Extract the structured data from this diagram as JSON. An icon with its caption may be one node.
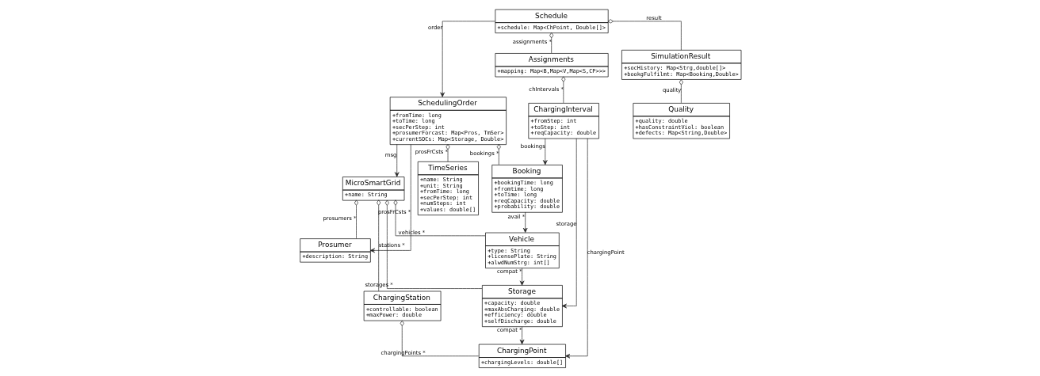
{
  "diagram": {
    "nodes": [
      {
        "text": [
          "MicroSmartGrid",
          "+name: String"
        ]
      },
      {
        "text": [
          "SchedulingOrder",
          "+fromTime: long",
          "+toTime: long",
          "+secPerStep: int",
          "+prosumerForcast: Map<Pros, TmSer>",
          "+currentSOCs: Map<Storage, Double>"
        ]
      },
      {
        "text": [
          "Schedule",
          "+schedule: Map<ChPoint, Double[]>"
        ]
      },
      {
        "text": [
          "ChargingStation",
          "+controllable: boolean",
          "+maxPower: double"
        ]
      },
      {
        "text": [
          "Prosumer",
          "+description: String"
        ]
      },
      {
        "text": [
          "Assignments",
          "+mapping: Map<B,Map<V,Map<S,CP>>>"
        ]
      },
      {
        "text": [
          "TimeSeries",
          "+name: String",
          "+unit: String",
          "+fromTime: long",
          "+secPerStep: int",
          "+numSteps: int",
          "+values: double[]"
        ]
      },
      {
        "text": [
          "Storage",
          "+capacity: double",
          "+maxAbsCharging: double",
          "+efficiency: double",
          "+selfDischarge: double"
        ]
      },
      {
        "text": [
          "Vehicle",
          "+type: String",
          "+licensePlate: String",
          "+alwdNumStrg: int[]"
        ]
      },
      {
        "text": [
          "SimulationResult",
          "+socHistory: Map<Strg,double[]>",
          "+bookgFulfilmt: Map<Booking,Double>"
        ]
      },
      {
        "text": [
          "ChargingPoint",
          "+chargingLevels: double[]"
        ]
      },
      {
        "text": [
          "Booking",
          "+bookingTime: long",
          "+fromtime: long",
          "+toTime: long",
          "+reqCapacity: double",
          "+probability: double"
        ]
      },
      {
        "text": [
          "ChargingInterval",
          "+fromStep: int",
          "+toStep: int",
          "+reqCapacity: double"
        ]
      },
      {
        "text": [
          "Quality",
          "+quality: double",
          "+hasConstraintViol: boolean",
          "+defects: Map<String,Double>"
        ]
      }
    ],
    "edges": [
      {
        "from": 1,
        "to": 0,
        "arrow": "to",
        "label": "msg"
      },
      {
        "from": 2,
        "to": 1,
        "arrow": "to",
        "label": "order"
      },
      {
        "from": 0,
        "to": 3,
        "arrow": "other",
        "label": "stations *"
      },
      {
        "from": 0,
        "to": 4,
        "arrow": "other",
        "label": "prosumers *"
      },
      {
        "from": 0,
        "to": 7,
        "arrow": "other",
        "label": "storages *"
      },
      {
        "from": 0,
        "to": 8,
        "arrow": "other",
        "label": "vehicles *"
      },
      {
        "from": 1,
        "to": 4,
        "arrow": "to",
        "label": "prosFrCsts *"
      },
      {
        "from": 1,
        "to": 6,
        "arrow": "other",
        "label": "prosFrCsts *"
      },
      {
        "from": 1,
        "to": 11,
        "arrow": "other",
        "label": "bookings *"
      },
      {
        "from": 2,
        "to": 5,
        "arrow": "other",
        "label": "assignments *"
      },
      {
        "from": 2,
        "to": 9,
        "arrow": "other",
        "label": "result"
      },
      {
        "from": 5,
        "to": 12,
        "arrow": "other",
        "label": "chIntervals *"
      },
      {
        "from": 3,
        "to": 10,
        "arrow": "other",
        "label": "chargingPoints *"
      },
      {
        "from": 8,
        "to": 7,
        "arrow": "to",
        "label": "compat *"
      },
      {
        "from": 7,
        "to": 10,
        "arrow": "to",
        "label": "compat *"
      },
      {
        "from": 11,
        "to": 8,
        "arrow": "to",
        "label": "avail *"
      },
      {
        "from": 12,
        "to": 11,
        "arrow": "to",
        "label": "bookings"
      },
      {
        "from": 12,
        "to": 7,
        "arrow": "to",
        "label": "storage"
      },
      {
        "from": 12,
        "to": 10,
        "arrow": "to",
        "label": "chargingPoint"
      },
      {
        "from": 9,
        "to": 13,
        "arrow": "other",
        "label": "quality"
      }
    ]
  }
}
